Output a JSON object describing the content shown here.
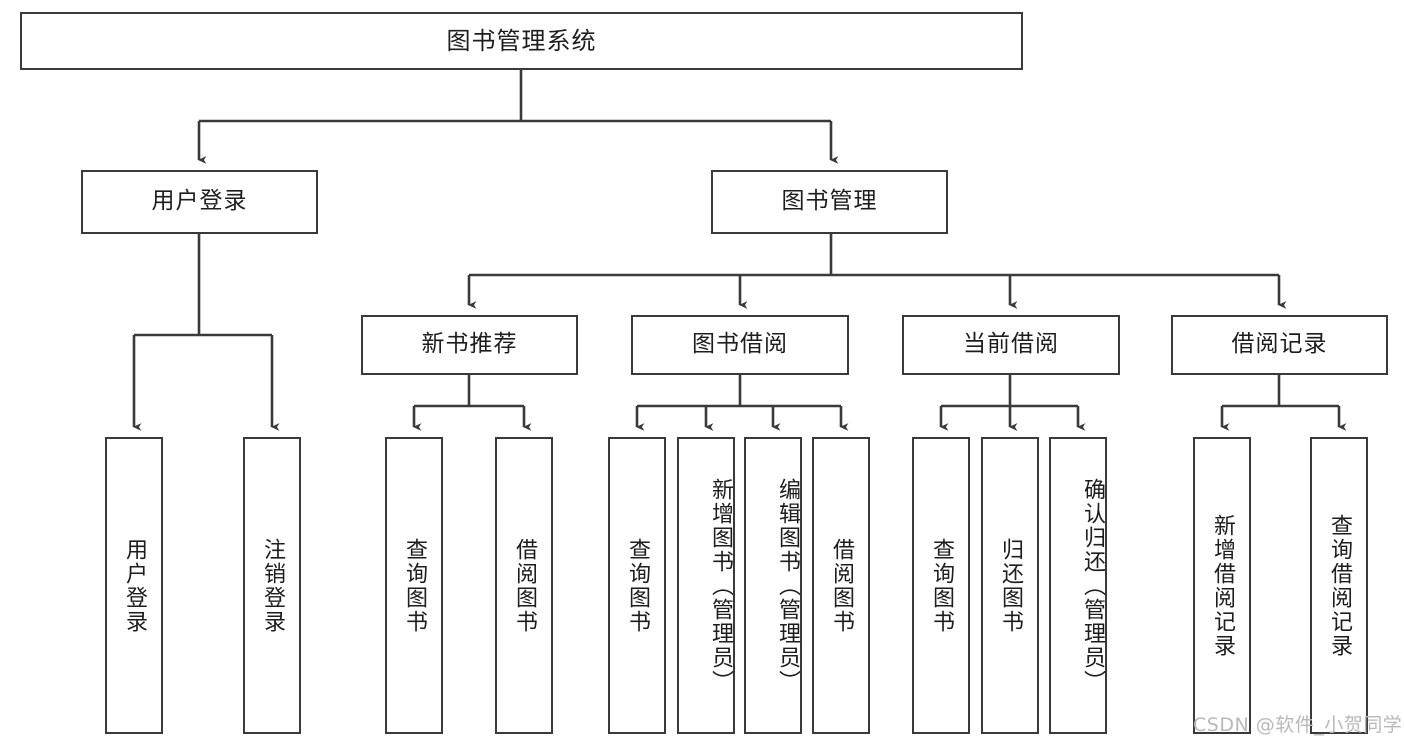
{
  "diagram": {
    "title": "图书管理系统",
    "watermark": "CSDN @软件_小贺同学",
    "stroke_color": "#3a3a3a",
    "text_color": "#1d1d1d",
    "background_color": "#ffffff",
    "watermark_color": "#b9b9b9"
  },
  "root": {
    "label": "图书管理系统"
  },
  "level2": [
    {
      "label": "用户登录"
    },
    {
      "label": "图书管理"
    }
  ],
  "level3": [
    {
      "label": "新书推荐"
    },
    {
      "label": "图书借阅"
    },
    {
      "label": "当前借阅"
    },
    {
      "label": "借阅记录"
    }
  ],
  "leaves": {
    "user_login": [
      {
        "label": "用户登录"
      },
      {
        "label": "注销登录"
      }
    ],
    "new_book": [
      {
        "label": "查询图书"
      },
      {
        "label": "借阅图书"
      }
    ],
    "book_borrow": [
      {
        "label": "查询图书"
      },
      {
        "label": "新增图书（管理员）"
      },
      {
        "label": "编辑图书（管理员）"
      },
      {
        "label": "借阅图书"
      }
    ],
    "current_borrow": [
      {
        "label": "查询图书"
      },
      {
        "label": "归还图书"
      },
      {
        "label": "确认归还（管理员）"
      }
    ],
    "borrow_record": [
      {
        "label": "新增借阅记录"
      },
      {
        "label": "查询借阅记录"
      }
    ]
  }
}
